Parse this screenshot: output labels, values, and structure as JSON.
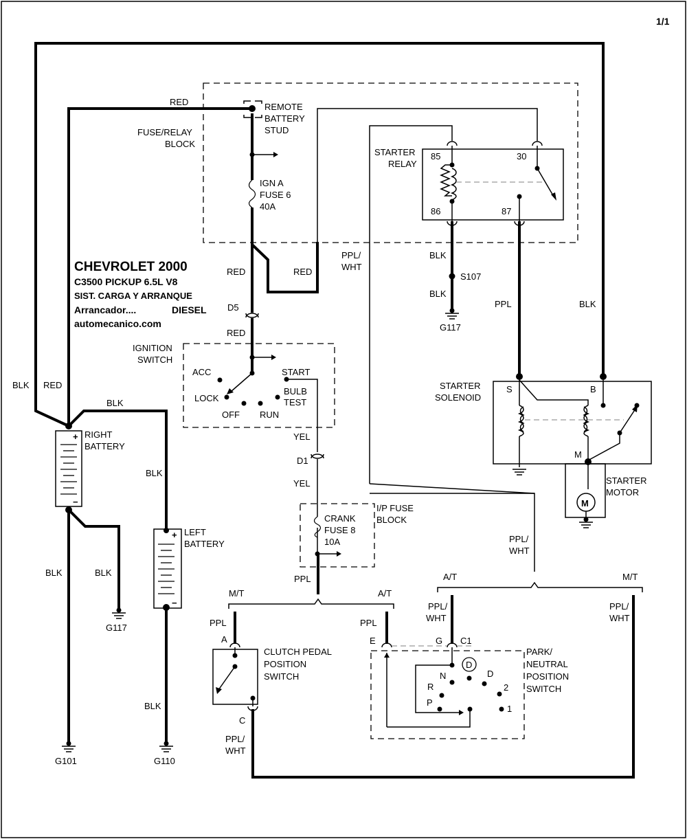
{
  "page_number": "1/1",
  "title": {
    "line1": "CHEVROLET 2000",
    "line2": "C3500 PICKUP  6.5L  V8",
    "line3": "SIST. CARGA Y ARRANQUE",
    "line4_left": "Arrancador....",
    "line4_right": "DIESEL",
    "line5": "automecanico.com"
  },
  "fuse_relay_block": {
    "label_line1": "FUSE/RELAY",
    "label_line2": "BLOCK",
    "stud_line1": "REMOTE",
    "stud_line2": "BATTERY",
    "stud_line3": "STUD",
    "fuse_line1": "IGN A",
    "fuse_line2": "FUSE 6",
    "fuse_line3": "40A"
  },
  "starter_relay": {
    "label_line1": "STARTER",
    "label_line2": "RELAY",
    "pin_85": "85",
    "pin_86": "86",
    "pin_30": "30",
    "pin_87": "87"
  },
  "ignition_switch": {
    "label_line1": "IGNITION",
    "label_line2": "SWITCH",
    "acc": "ACC",
    "lock": "LOCK",
    "off": "OFF",
    "run": "RUN",
    "start": "START",
    "bulb_line1": "BULB",
    "bulb_line2": "TEST"
  },
  "connectors": {
    "d5": "D5",
    "d1": "D1",
    "s107": "S107"
  },
  "ip_fuse_block": {
    "label_line1": "I/P FUSE",
    "label_line2": "BLOCK",
    "fuse_line1": "CRANK",
    "fuse_line2": "FUSE 8",
    "fuse_line3": "10A"
  },
  "starter_solenoid": {
    "label_line1": "STARTER",
    "label_line2": "SOLENOID",
    "term_s": "S",
    "term_b": "B",
    "term_m": "M"
  },
  "starter_motor": {
    "label_line1": "STARTER",
    "label_line2": "MOTOR",
    "symbol": "M"
  },
  "batteries": {
    "right_line1": "RIGHT",
    "right_line2": "BATTERY",
    "left_line1": "LEFT",
    "left_line2": "BATTERY",
    "plus": "+",
    "minus": "−"
  },
  "clutch_switch": {
    "label_line1": "CLUTCH PEDAL",
    "label_line2": "POSITION",
    "label_line3": "SWITCH",
    "pin_a": "A",
    "pin_c": "C"
  },
  "park_neutral_switch": {
    "label_line1": "PARK/",
    "label_line2": "NEUTRAL",
    "label_line3": "POSITION",
    "label_line4": "SWITCH",
    "pin_e": "E",
    "pin_g": "G",
    "pin_c1": "C1",
    "pos_d_circle": "D",
    "pos_n": "N",
    "pos_d": "D",
    "pos_r": "R",
    "pos_2": "2",
    "pos_p": "P",
    "pos_1": "1"
  },
  "grounds": {
    "g117_top": "G117",
    "g117_left": "G117",
    "g101": "G101",
    "g110": "G110"
  },
  "wire_colors": {
    "red": "RED",
    "blk": "BLK",
    "ppl": "PPL",
    "yel": "YEL",
    "ppl_wht_1": "PPL/",
    "ppl_wht_2": "WHT"
  },
  "options": {
    "mt": "M/T",
    "at": "A/T"
  }
}
